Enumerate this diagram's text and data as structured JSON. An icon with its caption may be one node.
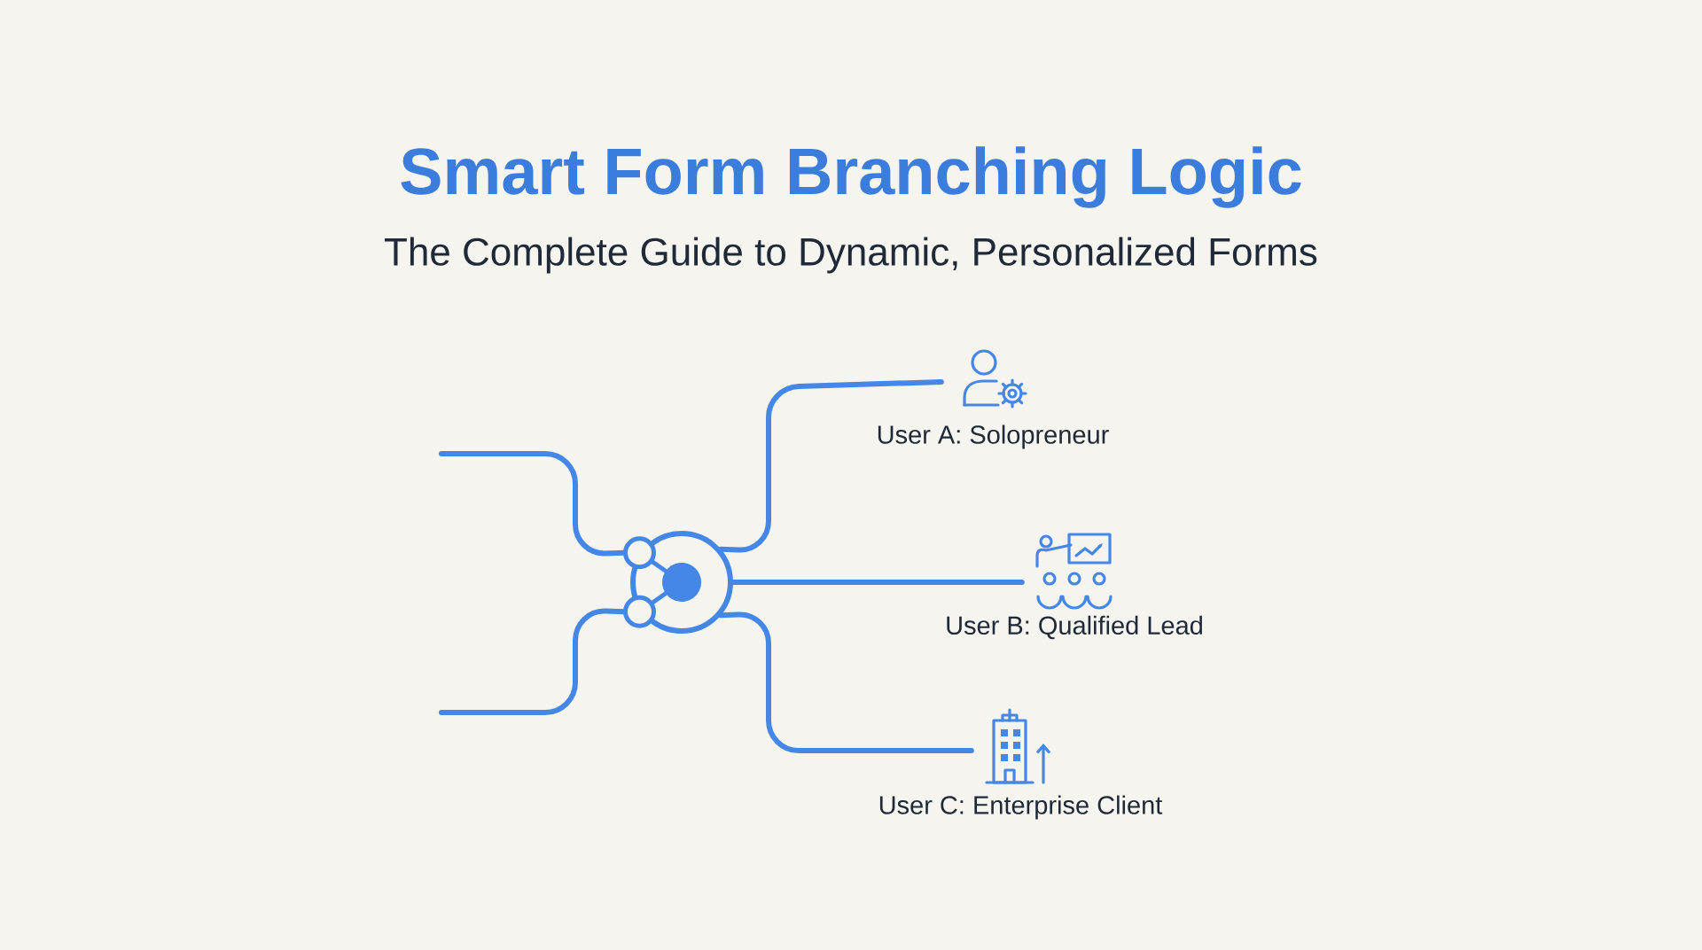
{
  "diagram": {
    "title": "Smart Form Branching Logic",
    "nodes": [
      {
        "text": [],
        "shape": "circle"
      },
      {
        "text": [
          "User A: Solopreneur"
        ]
      },
      {
        "text": [
          "User B: Qualified Lead"
        ]
      },
      {
        "text": [
          "User C: Enterprise Client"
        ]
      }
    ],
    "edges": [
      {
        "from": null,
        "to": 0,
        "arrow": "none"
      },
      {
        "from": null,
        "to": 0,
        "arrow": "none"
      },
      {
        "from": 0,
        "to": 1,
        "arrow": "none"
      },
      {
        "from": 0,
        "to": 2,
        "arrow": "none"
      },
      {
        "from": 0,
        "to": 3,
        "arrow": "none"
      }
    ],
    "labels": [
      "The Complete Guide to Dynamic, Personalized Forms"
    ]
  }
}
